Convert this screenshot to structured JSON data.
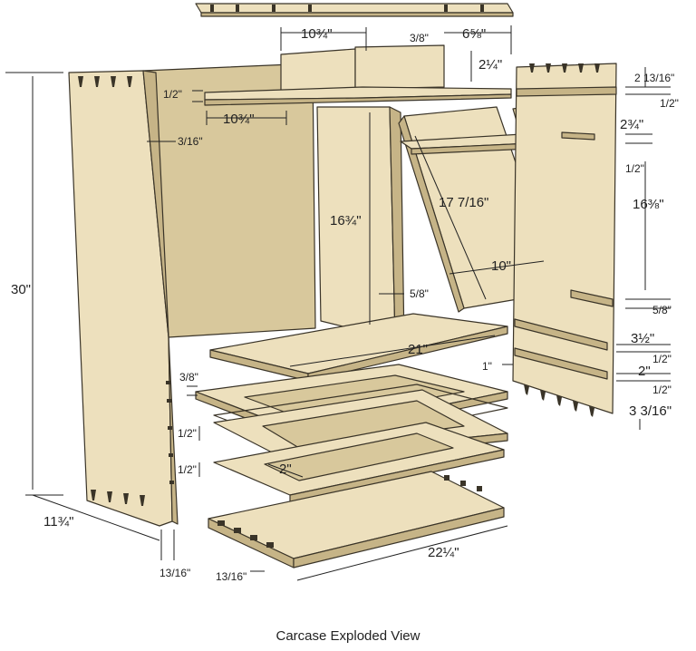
{
  "caption": "Carcase Exploded View",
  "dimensions": {
    "height_total": "30\"",
    "depth_side": "11¾\"",
    "side_thickness": "13/16\"",
    "bottom_thickness": "13/16\"",
    "bottom_width": "22¼\"",
    "groove_top_side": "3/16\"",
    "top_panel_width": "10¾\"",
    "top_back_width": "10¾\"",
    "top_thickness": "1/2\"",
    "gap_3_8_top": "3/8\"",
    "width_6_5_8": "6⅝\"",
    "height_2_1_4": "2¼\"",
    "right_top_offset": "2 13/16\"",
    "right_half_1": "1/2\"",
    "slot_2_3_4": "2¾\"",
    "right_half_2": "1/2\"",
    "right_16_3_8": "16⅜\"",
    "right_5_8": "5/8\"",
    "right_3_1_2": "3½\"",
    "right_half_3": "1/2\"",
    "right_2": "2\"",
    "right_half_4": "1/2\"",
    "right_3_3_16": "3 3/16\"",
    "divider_height": "16¾\"",
    "divider_thickness": "5/8\"",
    "slant_length": "17 7/16\"",
    "slant_width": "10\"",
    "shelf_width": "21\"",
    "one_inch": "1\"",
    "frame_3_8": "3/8\"",
    "frame_half_1": "1/2\"",
    "frame_half_2": "1/2\"",
    "frame_2": "2\""
  }
}
